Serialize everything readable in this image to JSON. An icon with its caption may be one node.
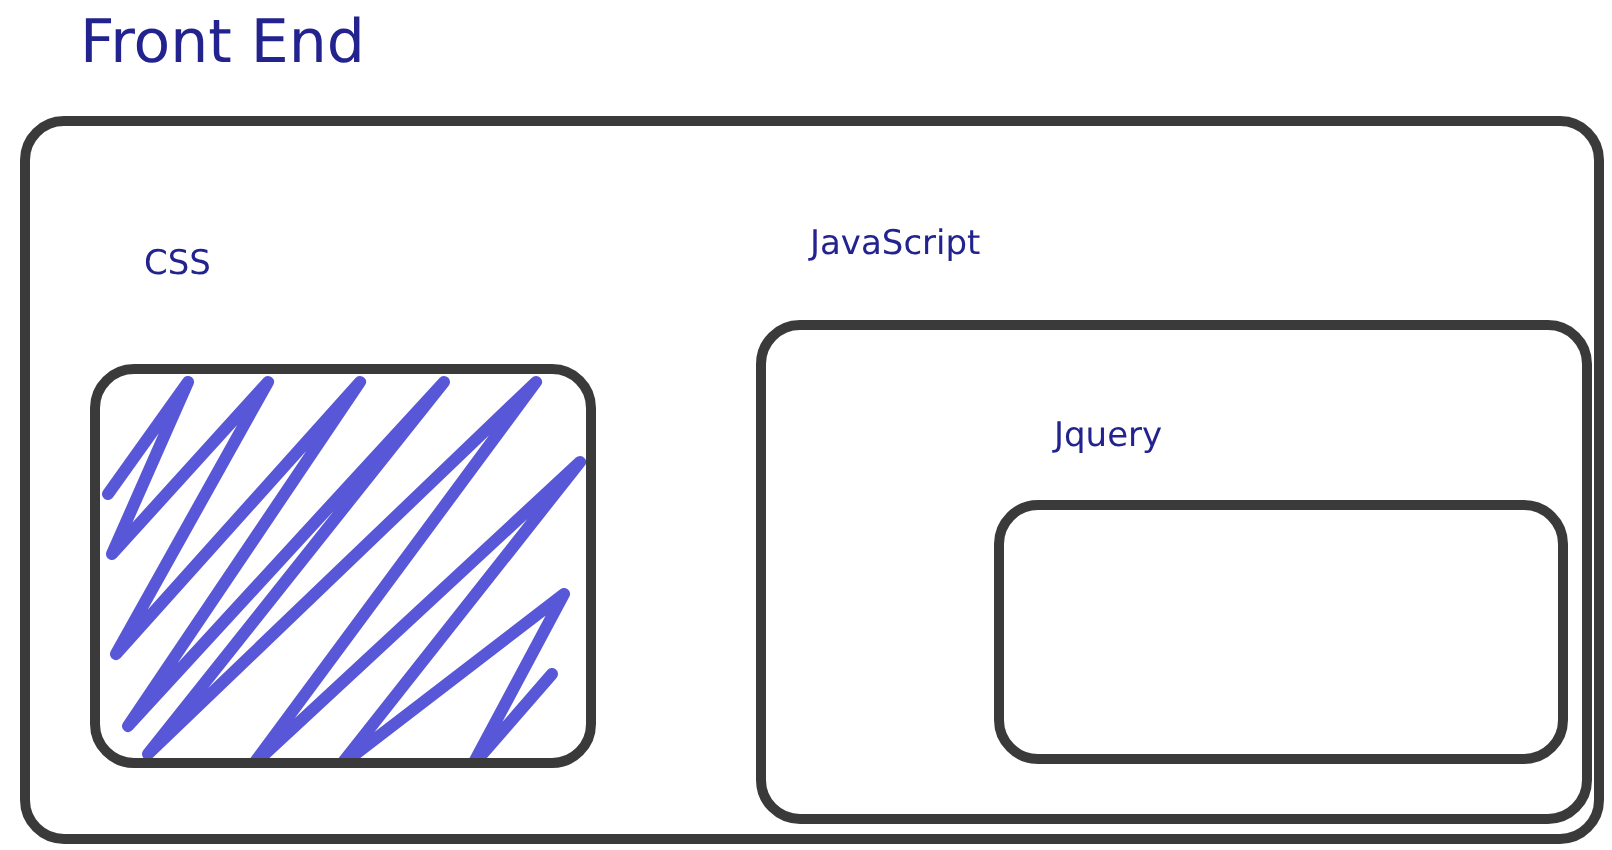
{
  "diagram": {
    "nodes": [
      {
        "text": [
          "Front End"
        ]
      },
      {
        "text": [
          "CSS"
        ],
        "in": 0
      },
      {
        "text": [
          "JavaScript"
        ],
        "in": 0
      },
      {
        "text": [
          "Jquery"
        ],
        "in": 2
      }
    ]
  }
}
